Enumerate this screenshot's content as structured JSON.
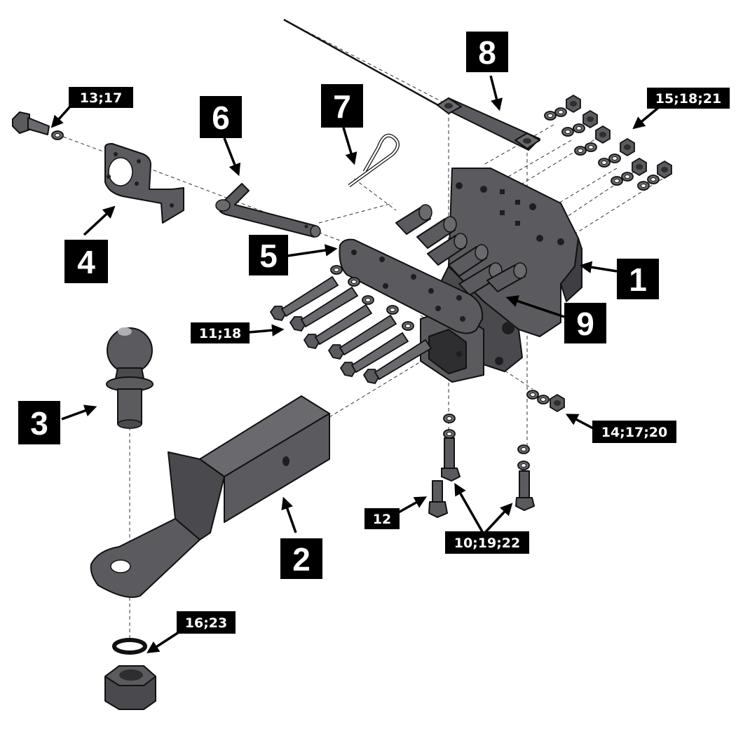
{
  "colors": {
    "part_fill": "#5b5b5f",
    "part_dark": "#3f3f43",
    "part_light": "#7a7a7e",
    "badge_bg": "#000000",
    "badge_text": "#ffffff"
  },
  "callouts": {
    "c1": "1",
    "c2": "2",
    "c3": "3",
    "c4": "4",
    "c5": "5",
    "c6": "6",
    "c7": "7",
    "c8": "8",
    "c9": "9",
    "c13_17": "13;17",
    "c15_18_21": "15;18;21",
    "c11_18": "11;18",
    "c14_17_20": "14;17;20",
    "c12": "12",
    "c10_19_22": "10;19;22",
    "c16_23": "16;23"
  }
}
